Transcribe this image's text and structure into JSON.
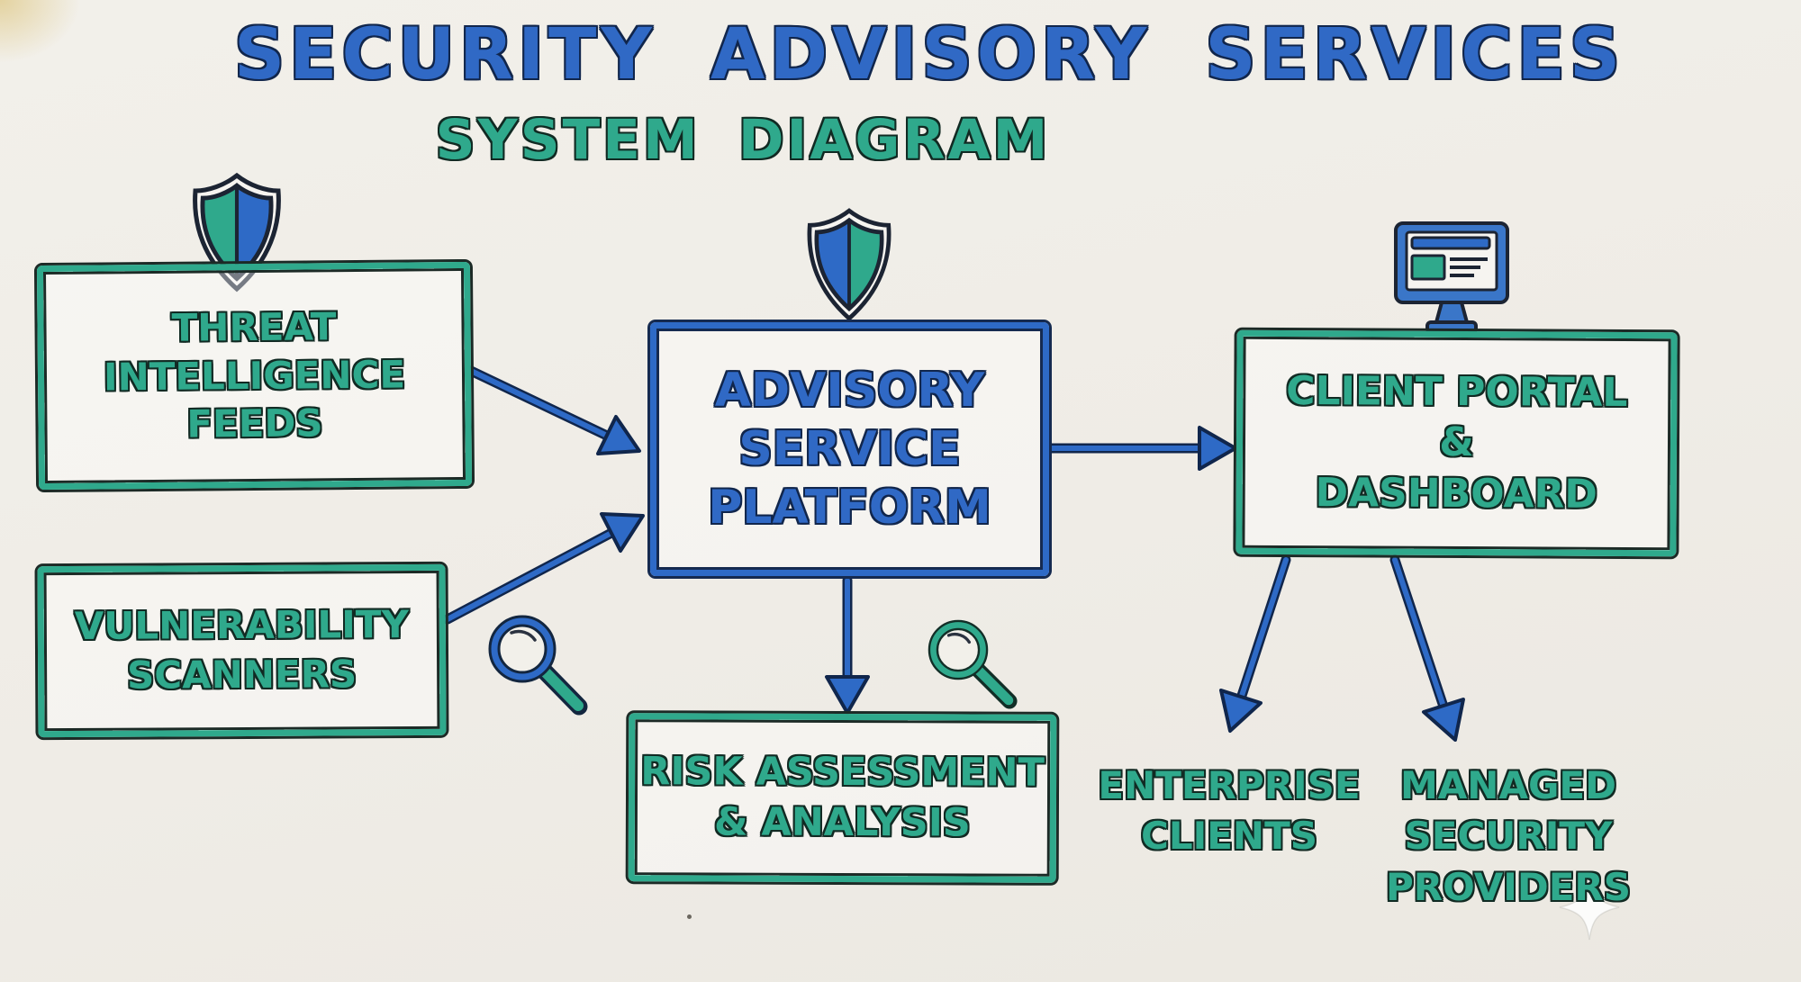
{
  "title": {
    "line1": "SECURITY ADVISORY SERVICES",
    "line2": "SYSTEM DIAGRAM"
  },
  "boxes": {
    "threat": {
      "lines": [
        "THREAT",
        "INTELLIGENCE",
        "FEEDS"
      ]
    },
    "vulnerability": {
      "lines": [
        "VULNERABILITY",
        "SCANNERS"
      ]
    },
    "platform": {
      "lines": [
        "ADVISORY",
        "SERVICE",
        "PLATFORM"
      ]
    },
    "portal": {
      "lines": [
        "CLIENT PORTAL",
        "&",
        "DASHBOARD"
      ]
    },
    "risk": {
      "lines": [
        "RISK ASSESSMENT",
        "& ANALYSIS"
      ]
    }
  },
  "labels": {
    "enterprise": {
      "lines": [
        "ENTERPRISE",
        "CLIENTS"
      ]
    },
    "managed": {
      "lines": [
        "MANAGED",
        "SECURITY",
        "PROVIDERS"
      ]
    }
  },
  "icons": {
    "above_threat_box": "shield-icon (green/blue)",
    "above_platform_box": "shield-icon (blue/green)",
    "above_portal_box": "monitor-icon",
    "near_vulnerability_box": "magnifier-icon (blue ring, teal handle)",
    "near_risk_box": "magnifier-icon (green)",
    "bottom_right": "sparkle-watermark-icon"
  },
  "connections": [
    {
      "from": "THREAT INTELLIGENCE FEEDS",
      "to": "ADVISORY SERVICE PLATFORM"
    },
    {
      "from": "VULNERABILITY SCANNERS",
      "to": "ADVISORY SERVICE PLATFORM"
    },
    {
      "from": "ADVISORY SERVICE PLATFORM",
      "to": "CLIENT PORTAL & DASHBOARD"
    },
    {
      "from": "ADVISORY SERVICE PLATFORM",
      "to": "RISK ASSESSMENT & ANALYSIS"
    },
    {
      "from": "CLIENT PORTAL & DASHBOARD",
      "to": "ENTERPRISE CLIENTS"
    },
    {
      "from": "CLIENT PORTAL & DASHBOARD",
      "to": "MANAGED SECURITY PROVIDERS"
    }
  ],
  "colors": {
    "marker_blue": "#2e6ac6",
    "marker_green": "#2fa98c",
    "outline_dark": "#1b2433",
    "background": "#efece7"
  }
}
